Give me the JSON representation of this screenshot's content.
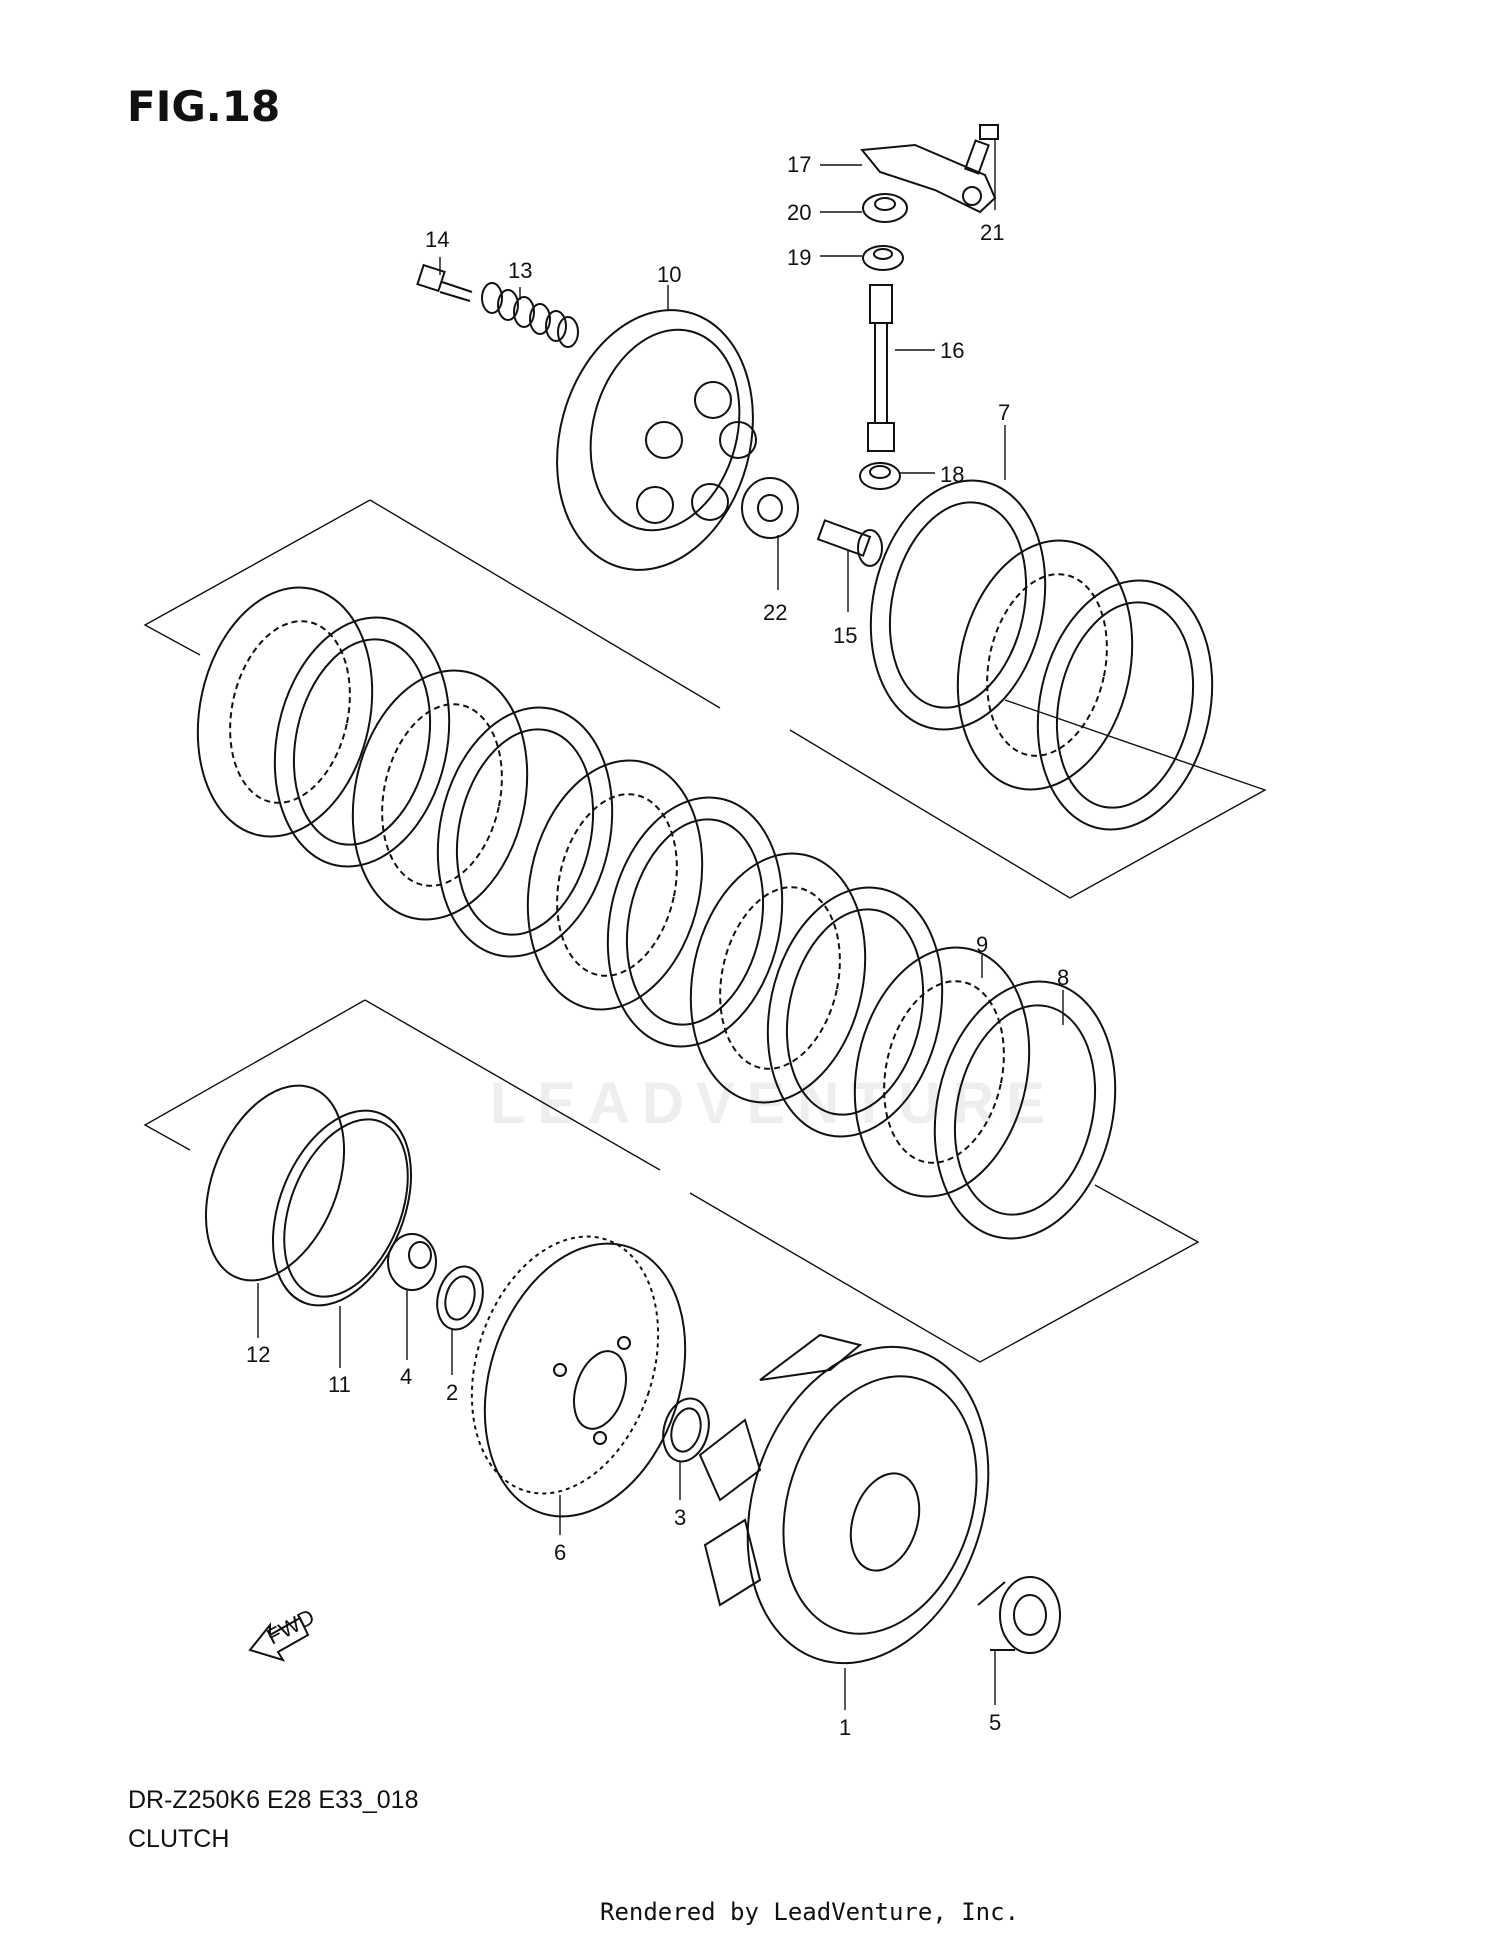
{
  "figure": {
    "title": "FIG.18",
    "model": "DR-Z250K6 E28 E33_018",
    "section": "CLUTCH",
    "footer": "Rendered by LeadVenture, Inc.",
    "watermark": "LEADVENTURE"
  },
  "callouts": [
    {
      "id": "c1",
      "label": "1"
    },
    {
      "id": "c2",
      "label": "2"
    },
    {
      "id": "c3",
      "label": "3"
    },
    {
      "id": "c4",
      "label": "4"
    },
    {
      "id": "c5",
      "label": "5"
    },
    {
      "id": "c6",
      "label": "6"
    },
    {
      "id": "c7",
      "label": "7"
    },
    {
      "id": "c8",
      "label": "8"
    },
    {
      "id": "c9",
      "label": "9"
    },
    {
      "id": "c10",
      "label": "10"
    },
    {
      "id": "c11",
      "label": "11"
    },
    {
      "id": "c12",
      "label": "12"
    },
    {
      "id": "c13",
      "label": "13"
    },
    {
      "id": "c14",
      "label": "14"
    },
    {
      "id": "c15",
      "label": "15"
    },
    {
      "id": "c16",
      "label": "16"
    },
    {
      "id": "c17",
      "label": "17"
    },
    {
      "id": "c18",
      "label": "18"
    },
    {
      "id": "c19",
      "label": "19"
    },
    {
      "id": "c20",
      "label": "20"
    },
    {
      "id": "c21",
      "label": "21"
    },
    {
      "id": "c22",
      "label": "22"
    }
  ],
  "fwd_label": "FWD"
}
